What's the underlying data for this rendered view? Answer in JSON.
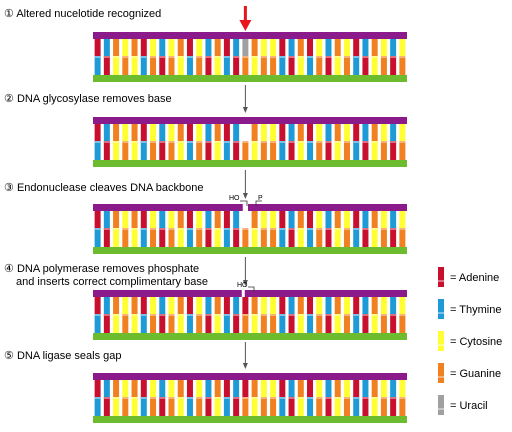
{
  "steps": [
    {
      "number": "①",
      "title": "Altered nucelotide recognized"
    },
    {
      "number": "②",
      "title": "DNA glycosylase removes base"
    },
    {
      "number": "③",
      "title": "Endonuclease cleaves DNA backbone"
    },
    {
      "number": "④",
      "title_line1": "DNA polymerase removes phosphate",
      "title_line2": "and inserts correct complimentary base"
    },
    {
      "number": "⑤",
      "title": "DNA ligase seals gap"
    }
  ],
  "strand_labels": {
    "ho_step3": "HO",
    "p_step3": "P",
    "ho_step4": "HO"
  },
  "legend": [
    {
      "label": "= Adenine",
      "icon": "adenine-icon",
      "color": "#c8102e"
    },
    {
      "label": "= Thymine",
      "icon": "thymine-icon",
      "color": "#1e9bd7"
    },
    {
      "label": "= Cytosine",
      "icon": "cytosine-icon",
      "color": "#ffff33"
    },
    {
      "label": "= Guanine",
      "icon": "guanine-icon",
      "color": "#f08020"
    },
    {
      "label": "= Uracil",
      "icon": "uracil-icon",
      "color": "#a0a0a0"
    }
  ],
  "colors": {
    "top_backbone": "#8b1a8b",
    "bottom_backbone": "#6dbb2e",
    "pointer_arrow": "#e8141e",
    "connector_arrow": "#555555"
  },
  "sequence_top": [
    "A",
    "T",
    "G",
    "C",
    "G",
    "A",
    "C",
    "T",
    "C",
    "G",
    "A",
    "C",
    "T",
    "G",
    "A",
    "T",
    "U",
    "G",
    "C",
    "C",
    "A",
    "T",
    "G",
    "A",
    "C",
    "T",
    "G",
    "C",
    "A",
    "T",
    "G",
    "C",
    "T",
    "C"
  ],
  "sequence_bottom": [
    "T",
    "A",
    "C",
    "G",
    "C",
    "T",
    "G",
    "A",
    "G",
    "C",
    "T",
    "G",
    "A",
    "C",
    "T",
    "A",
    "G",
    "C",
    "G",
    "G",
    "T",
    "A",
    "C",
    "T",
    "G",
    "A",
    "C",
    "G",
    "T",
    "A",
    "C",
    "G",
    "A",
    "G"
  ]
}
